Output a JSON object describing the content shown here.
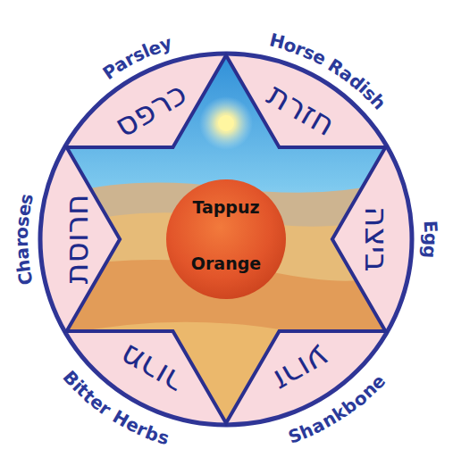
{
  "diagram": {
    "nodes": [
      {
        "text": [
          "Tappuz",
          "Orange"
        ]
      }
    ],
    "labels": [
      "Parsley",
      "Horse Radish",
      "Egg",
      "Shankbone",
      "Bitter Herbs",
      "Charoses",
      "כרפס",
      "חזרת",
      "ביצה",
      "זרוע",
      "מרור",
      "חרוסת"
    ]
  }
}
